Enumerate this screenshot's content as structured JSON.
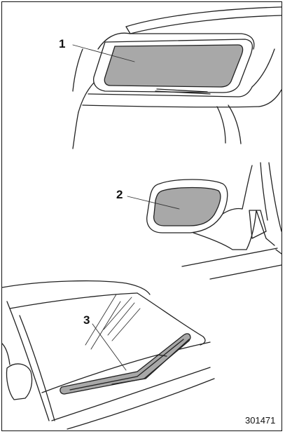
{
  "callouts": {
    "rear_window": "1",
    "side_mirror": "2",
    "wiper": "3"
  },
  "figure_number": "301471",
  "colors": {
    "glass_fill": "#a8a8a8",
    "line": "#222222",
    "background": "#ffffff"
  }
}
